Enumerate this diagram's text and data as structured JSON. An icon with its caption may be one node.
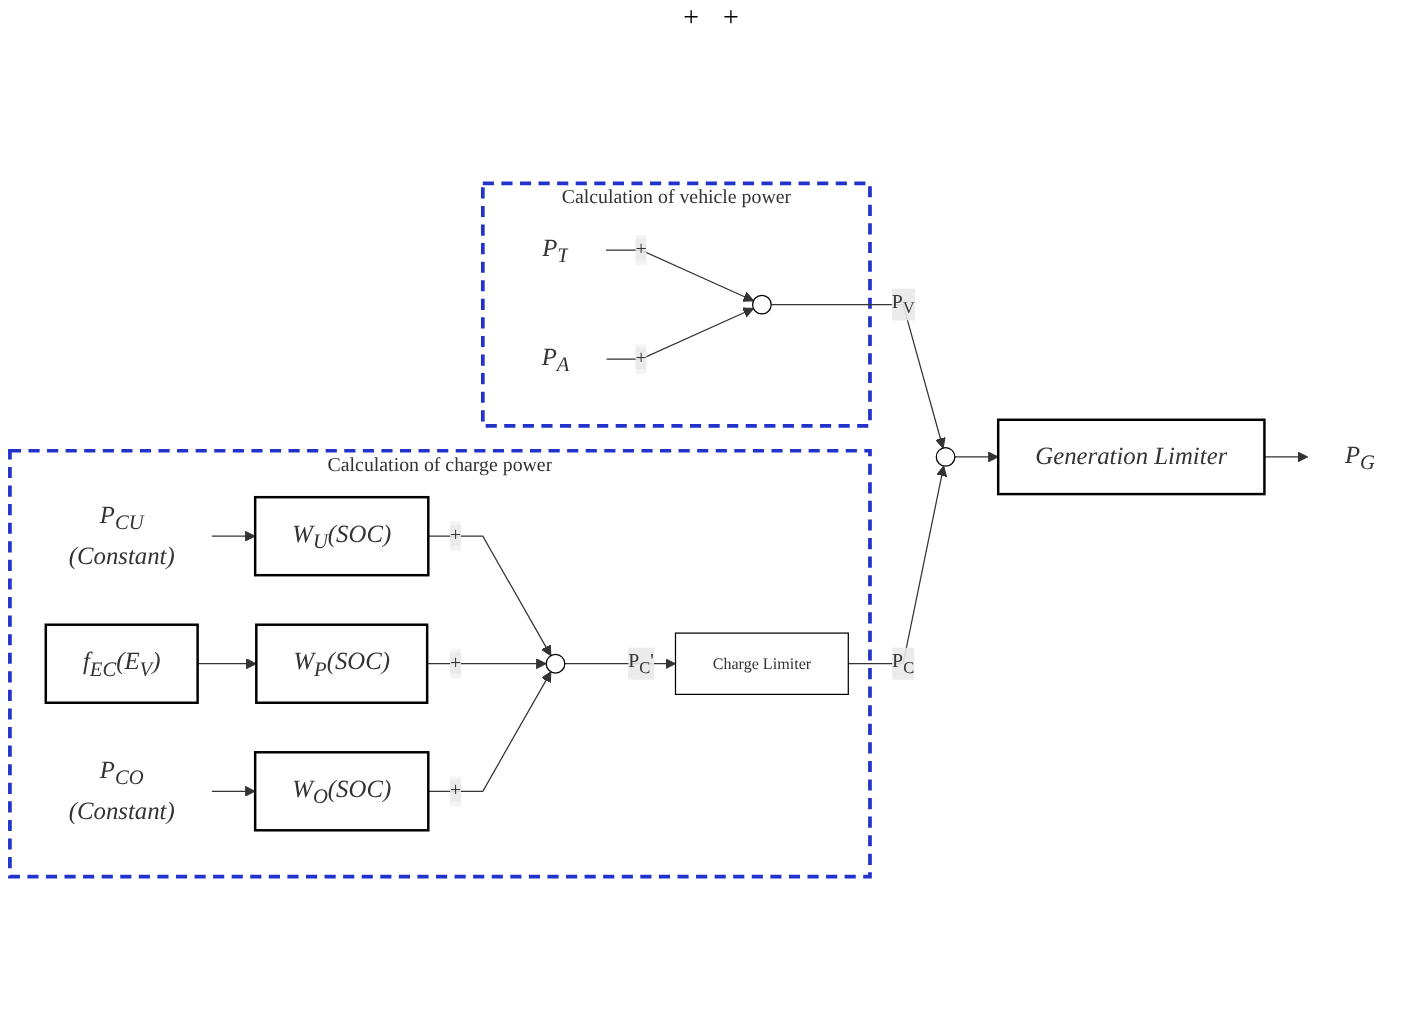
{
  "diagram": {
    "nodes": [
      {
        "text": [
          "Calculation of vehicle power"
        ]
      },
      {
        "text": [
          "P$_{T}$"
        ],
        "in": 0
      },
      {
        "text": [
          "P$_{A}$"
        ],
        "in": 0
      },
      {
        "text": [],
        "shape": "circle",
        "in": 0
      },
      {
        "text": [],
        "shape": "circle"
      },
      {
        "text": [
          "Generation Limiter"
        ]
      },
      {
        "text": [
          "P$_{G}$"
        ]
      },
      {
        "text": [
          "Calculation of charge power"
        ]
      },
      {
        "text": [
          "P$_{CU}$"
        ],
        "beside": [
          "(Constant)"
        ],
        "in": 7
      },
      {
        "text": [
          "W$_{U}$(SOC)"
        ],
        "in": 7
      },
      {
        "text": [
          "f$_{EC}$(E$_{V}$)"
        ],
        "in": 7
      },
      {
        "text": [
          "W$_{P}$(SOC)"
        ],
        "in": 7
      },
      {
        "text": [
          "P$_{CO}$"
        ],
        "beside": [
          "(Constant)"
        ],
        "in": 7
      },
      {
        "text": [
          "W$_{O}$(SOC)"
        ],
        "in": 7
      },
      {
        "text": [],
        "shape": "circle",
        "in": 7
      },
      {
        "text": [
          "Charge Limiter"
        ],
        "in": 7
      }
    ],
    "edges": [
      {
        "from": 1,
        "to": 3,
        "arrow": "to",
        "label": "+"
      },
      {
        "from": 2,
        "to": 3,
        "arrow": "to",
        "label": "+"
      },
      {
        "from": 3,
        "to": 4,
        "arrow": "to",
        "label": "P$_{V}$"
      },
      {
        "from": 4,
        "to": 5,
        "arrow": "to"
      },
      {
        "from": 5,
        "to": 6,
        "arrow": "to"
      },
      {
        "from": 15,
        "to": 4,
        "arrow": "to",
        "label": "P$_{C}$"
      },
      {
        "from": 8,
        "to": 9,
        "arrow": "to"
      },
      {
        "from": 10,
        "to": 11,
        "arrow": "to"
      },
      {
        "from": 12,
        "to": 13,
        "arrow": "to"
      },
      {
        "from": 9,
        "to": 14,
        "arrow": "to",
        "label": "+"
      },
      {
        "from": 11,
        "to": 14,
        "arrow": "to",
        "label": "+"
      },
      {
        "from": 13,
        "to": 14,
        "arrow": "to",
        "label": "+"
      },
      {
        "from": 14,
        "to": 15,
        "arrow": "to",
        "label": "P$_{C}$'"
      }
    ],
    "labels": [
      "+",
      "+"
    ]
  }
}
